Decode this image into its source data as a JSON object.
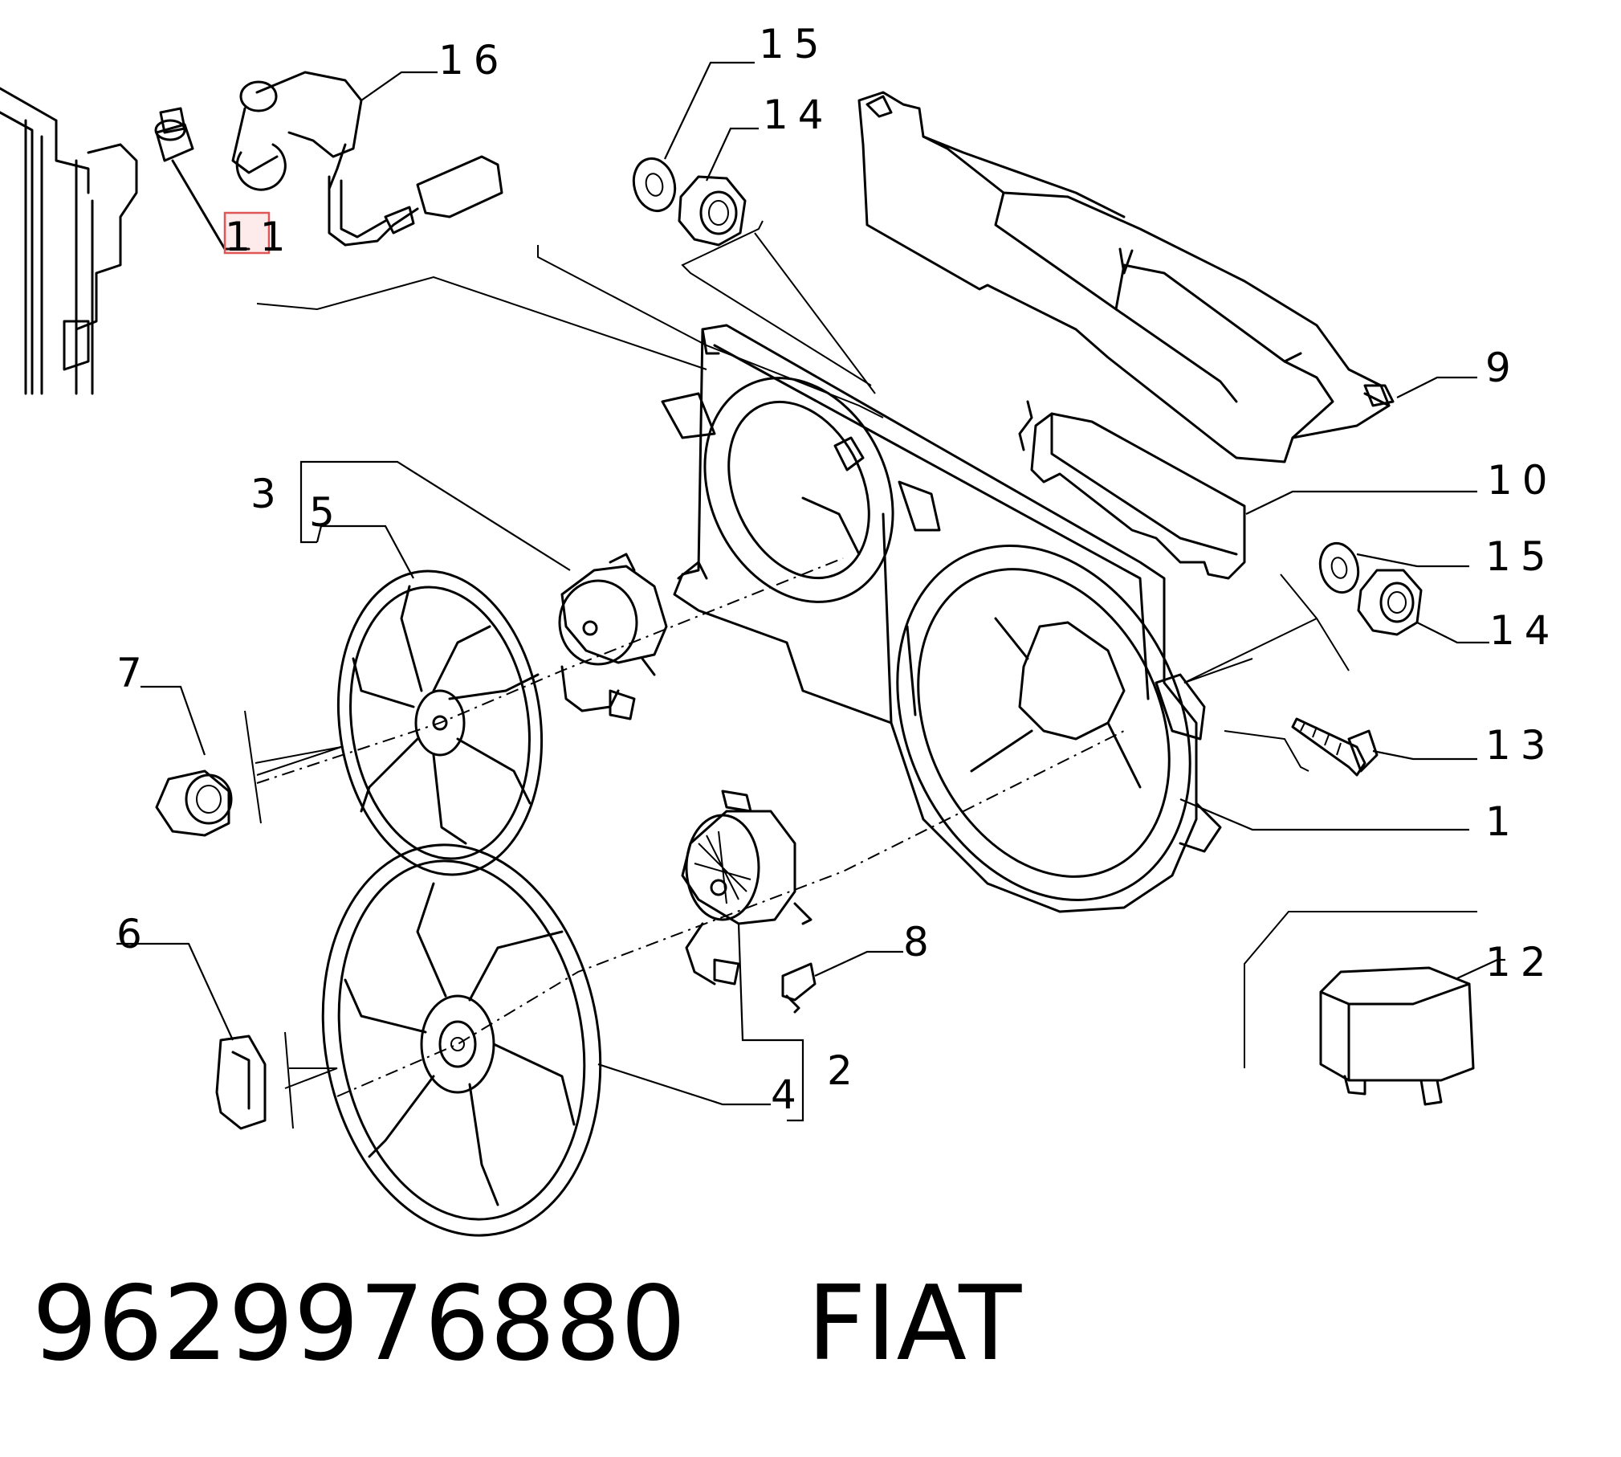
{
  "diagram": {
    "callouts": [
      "16",
      "15",
      "14",
      "11",
      "9",
      "10",
      "3",
      "5",
      "15",
      "14",
      "7",
      "13",
      "1",
      "6",
      "8",
      "12",
      "2",
      "4"
    ],
    "highlighted_callout": "11"
  },
  "caption": {
    "part_number": "9629976880",
    "brand": "FIAT"
  }
}
